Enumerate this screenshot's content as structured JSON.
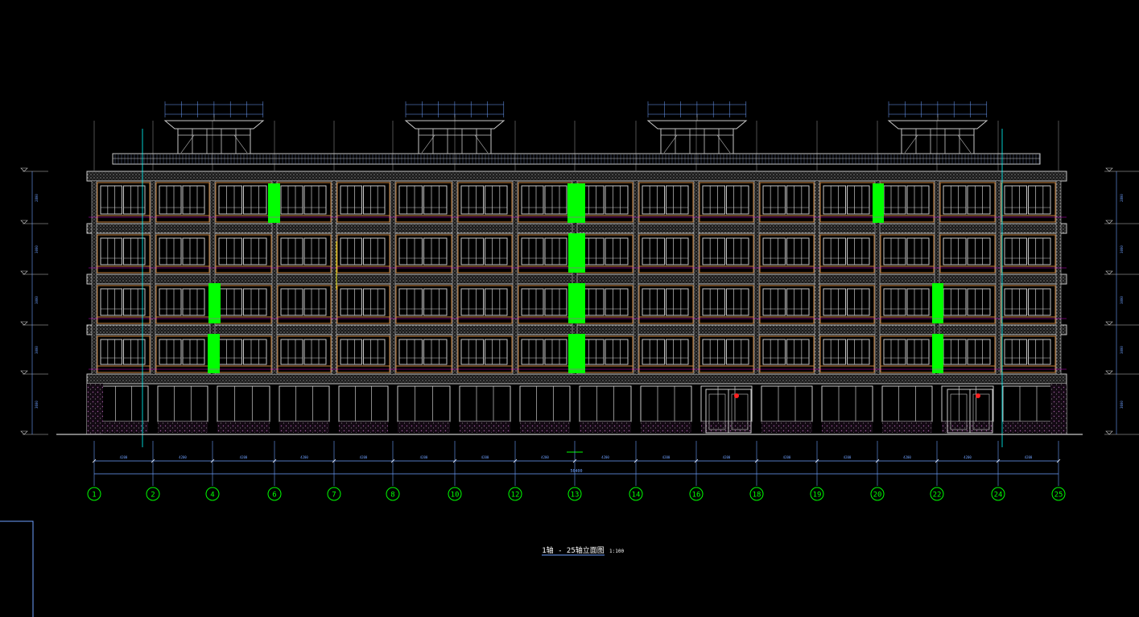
{
  "drawing": {
    "title": "1轴 - 25轴立面图",
    "scale": "1:100",
    "total_dimension": "56400"
  },
  "axes": [
    "1",
    "2",
    "4",
    "6",
    "7",
    "8",
    "10",
    "12",
    "13",
    "14",
    "16",
    "18",
    "19",
    "20",
    "22",
    "24",
    "25"
  ],
  "bay_dimensions": [
    "4200",
    "4200",
    "4200",
    "4200",
    "4200",
    "4200",
    "4200",
    "4200",
    "4200",
    "4200",
    "4200",
    "4200",
    "4200",
    "4200",
    "4200",
    "4200"
  ],
  "floor_dimensions_left": [
    "2800",
    "3000",
    "3000",
    "3000",
    "3600"
  ],
  "floor_dimensions_right": [
    "2800",
    "3000",
    "3000",
    "3000",
    "3600"
  ],
  "colors": {
    "background": "#000000",
    "outline": "#c8c8c8",
    "wall_trim": "#c8823c",
    "accent_green": "#00ff00",
    "axis_circle": "#00ff00",
    "dimension": "#6ea0ff",
    "magenta": "#ff00ff",
    "cyan": "#00ffff",
    "yellow": "#ffff00",
    "white": "#ffffff",
    "red": "#ff2020"
  }
}
